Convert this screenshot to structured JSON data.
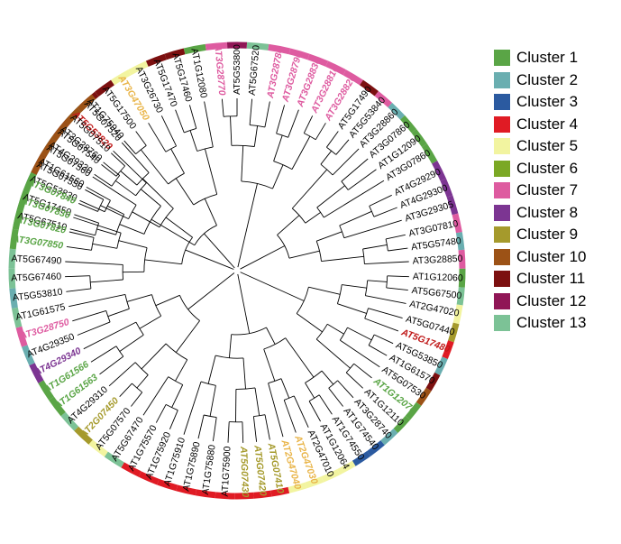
{
  "clusters": [
    {
      "label": "Cluster 1",
      "color": "#5aa546"
    },
    {
      "label": "Cluster 2",
      "color": "#6aaeb0"
    },
    {
      "label": "Cluster 3",
      "color": "#2b5aa0"
    },
    {
      "label": "Cluster 4",
      "color": "#e01b24"
    },
    {
      "label": "Cluster 5",
      "color": "#f2f4a0"
    },
    {
      "label": "Cluster 6",
      "color": "#7ba824"
    },
    {
      "label": "Cluster 7",
      "color": "#de5ba0"
    },
    {
      "label": "Cluster 8",
      "color": "#7c3592"
    },
    {
      "label": "Cluster 9",
      "color": "#a59a2c"
    },
    {
      "label": "Cluster 10",
      "color": "#9c5216"
    },
    {
      "label": "Cluster 11",
      "color": "#7c1010"
    },
    {
      "label": "Cluster 12",
      "color": "#901656"
    },
    {
      "label": "Cluster 13",
      "color": "#7cc296"
    }
  ],
  "leaves": [
    {
      "label": "AT5G67510",
      "color": "#000000",
      "angle": -166,
      "ring": "#7cc296"
    },
    {
      "label": "AT5G17450",
      "color": "#000000",
      "angle": -161,
      "ring": "#7cc296"
    },
    {
      "label": "AT5G53830",
      "color": "#000000",
      "angle": -156,
      "ring": "#6aaeb0"
    },
    {
      "label": "AT1G61560",
      "color": "#000000",
      "angle": -151,
      "ring": "#7c1010"
    },
    {
      "label": "AT4G29330",
      "color": "#000000",
      "angle": -146,
      "ring": "#6aaeb0"
    },
    {
      "label": "AT3G28760",
      "color": "#000000",
      "angle": -141,
      "ring": "#901656"
    },
    {
      "label": "AT5G53820",
      "color": "#c01a1a",
      "angle": -136,
      "ring": "#7cc296"
    },
    {
      "label": "AT1G75940",
      "color": "#000000",
      "angle": -131,
      "ring": "#7c1010"
    },
    {
      "label": "AT5G17500",
      "color": "#000000",
      "angle": -126,
      "ring": "#7c1010"
    },
    {
      "label": "AT3G47050",
      "color": "#e9b54a",
      "angle": -121,
      "ring": "#f2f4a0"
    },
    {
      "label": "AT3G26730",
      "color": "#000000",
      "angle": -116,
      "ring": "#f2f4a0"
    },
    {
      "label": "AT5G17470",
      "color": "#000000",
      "angle": -111,
      "ring": "#7c1010"
    },
    {
      "label": "AT5G17460",
      "color": "#000000",
      "angle": -106,
      "ring": "#7c1010"
    },
    {
      "label": "AT1G12080",
      "color": "#000000",
      "angle": -101,
      "ring": "#5aa546"
    },
    {
      "label": "AT3G28770",
      "color": "#de5ba0",
      "angle": -95,
      "ring": "#de5ba0"
    },
    {
      "label": "AT5G53800",
      "color": "#000000",
      "angle": -90,
      "ring": "#901656"
    },
    {
      "label": "AT5G67520",
      "color": "#000000",
      "angle": -85,
      "ring": "#7cc296"
    },
    {
      "label": "AT3G28780",
      "color": "#de5ba0",
      "angle": -79,
      "ring": "#de5ba0"
    },
    {
      "label": "AT3G28790",
      "color": "#de5ba0",
      "angle": -74,
      "ring": "#de5ba0"
    },
    {
      "label": "AT3G28830",
      "color": "#de5ba0",
      "angle": -69,
      "ring": "#de5ba0"
    },
    {
      "label": "AT3G28810",
      "color": "#de5ba0",
      "angle": -64,
      "ring": "#de5ba0"
    },
    {
      "label": "AT3G28820",
      "color": "#de5ba0",
      "angle": -59,
      "ring": "#de5ba0"
    },
    {
      "label": "AT5G17490",
      "color": "#000000",
      "angle": -54,
      "ring": "#7c1010"
    },
    {
      "label": "AT5G53840",
      "color": "#000000",
      "angle": -49.5,
      "ring": "#de5ba0"
    },
    {
      "label": "AT3G28860",
      "color": "#000000",
      "angle": -45,
      "ring": "#6aaeb0"
    },
    {
      "label": "AT3G07860",
      "color": "#000000",
      "angle": -40.5,
      "ring": "#5aa546"
    },
    {
      "label": "AT1G12090",
      "color": "#000000",
      "angle": -36,
      "ring": "#5aa546"
    },
    {
      "label": "AT3G07860",
      "color": "#000000",
      "angle": -31.5,
      "ring": "#5aa546"
    },
    {
      "label": "AT4G29290",
      "color": "#000000",
      "angle": -26,
      "ring": "#7c3592"
    },
    {
      "label": "AT4G29300",
      "color": "#000000",
      "angle": -21.5,
      "ring": "#7c3592"
    },
    {
      "label": "AT3G29305",
      "color": "#000000",
      "angle": -17,
      "ring": "#7c3592"
    },
    {
      "label": "AT3G07810",
      "color": "#000000",
      "angle": -12,
      "ring": "#de5ba0"
    },
    {
      "label": "AT5G57480",
      "color": "#000000",
      "angle": -7.5,
      "ring": "#6aaeb0"
    },
    {
      "label": "AT3G28850",
      "color": "#000000",
      "angle": -3,
      "ring": "#de5ba0"
    },
    {
      "label": "AT1G12060",
      "color": "#000000",
      "angle": 2,
      "ring": "#5aa546"
    },
    {
      "label": "AT5G67500",
      "color": "#000000",
      "angle": 6.5,
      "ring": "#7cc296"
    },
    {
      "label": "AT2G47020",
      "color": "#000000",
      "angle": 11,
      "ring": "#f2f4a0"
    },
    {
      "label": "AT5G07440",
      "color": "#000000",
      "angle": 16,
      "ring": "#a59a2c"
    },
    {
      "label": "AT5G17480",
      "color": "#c01a1a",
      "angle": 20.5,
      "ring": "#e01b24"
    },
    {
      "label": "AT5G53850",
      "color": "#000000",
      "angle": 25,
      "ring": "#6aaeb0"
    },
    {
      "label": "AT1G61570",
      "color": "#000000",
      "angle": 29.5,
      "ring": "#7c1010"
    },
    {
      "label": "AT5G07530",
      "color": "#000000",
      "angle": 34,
      "ring": "#9c5216"
    },
    {
      "label": "AT1G12070",
      "color": "#5aa546",
      "angle": 38.5,
      "ring": "#5aa546"
    },
    {
      "label": "AT1G12110",
      "color": "#000000",
      "angle": 43,
      "ring": "#5aa546"
    },
    {
      "label": "AT3G28740",
      "color": "#000000",
      "angle": 47.5,
      "ring": "#6aaeb0"
    },
    {
      "label": "AT1G74540",
      "color": "#000000",
      "angle": 52,
      "ring": "#2b5aa0"
    },
    {
      "label": "AT1G74550",
      "color": "#000000",
      "angle": 56.5,
      "ring": "#2b5aa0"
    },
    {
      "label": "AT1G12064",
      "color": "#000000",
      "angle": 61,
      "ring": "#f2f4a0"
    },
    {
      "label": "AT2G47010",
      "color": "#000000",
      "angle": 65.5,
      "ring": "#f2f4a0"
    },
    {
      "label": "AT2G47030",
      "color": "#e9b54a",
      "angle": 70,
      "ring": "#f2f4a0"
    },
    {
      "label": "AT2G47040",
      "color": "#e9b54a",
      "angle": 74.5,
      "ring": "#f2f4a0"
    },
    {
      "label": "AT5G07410",
      "color": "#a59a2c",
      "angle": 79,
      "ring": "#e01b24"
    },
    {
      "label": "AT5G07420",
      "color": "#a59a2c",
      "angle": 83.5,
      "ring": "#e01b24"
    },
    {
      "label": "AT5G07430",
      "color": "#a59a2c",
      "angle": 88,
      "ring": "#e01b24"
    },
    {
      "label": "AT1G75900",
      "color": "#000000",
      "angle": 93,
      "ring": "#e01b24"
    },
    {
      "label": "AT1G75880",
      "color": "#000000",
      "angle": 98,
      "ring": "#e01b24"
    },
    {
      "label": "AT1G75890",
      "color": "#000000",
      "angle": 103,
      "ring": "#e01b24"
    },
    {
      "label": "AT1G75910",
      "color": "#000000",
      "angle": 108,
      "ring": "#e01b24"
    },
    {
      "label": "AT1G75920",
      "color": "#000000",
      "angle": 113,
      "ring": "#e01b24"
    },
    {
      "label": "AT1G75570",
      "color": "#000000",
      "angle": 118,
      "ring": "#e01b24"
    },
    {
      "label": "AT5G67470",
      "color": "#000000",
      "angle": 123,
      "ring": "#7cc296"
    },
    {
      "label": "AT5G07570",
      "color": "#000000",
      "angle": 128,
      "ring": "#f2f4a0"
    },
    {
      "label": "AT2G07450",
      "color": "#a59a2c",
      "angle": 133,
      "ring": "#a59a2c"
    },
    {
      "label": "AT4G29310",
      "color": "#000000",
      "angle": 138,
      "ring": "#7cc296"
    },
    {
      "label": "AT1G61563",
      "color": "#5aa546",
      "angle": 143,
      "ring": "#5aa546"
    },
    {
      "label": "AT1G61566",
      "color": "#5aa546",
      "angle": 148,
      "ring": "#5aa546"
    },
    {
      "label": "AT4G29340",
      "color": "#7c3592",
      "angle": 153,
      "ring": "#7c3592"
    },
    {
      "label": "AT4G29350",
      "color": "#000000",
      "angle": 158,
      "ring": "#6aaeb0"
    },
    {
      "label": "AT3G28750",
      "color": "#de5ba0",
      "angle": 163,
      "ring": "#de5ba0"
    },
    {
      "label": "AT1G61575",
      "color": "#000000",
      "angle": 168,
      "ring": "#7cc296"
    },
    {
      "label": "AT5G53810",
      "color": "#000000",
      "angle": 173,
      "ring": "#6aaeb0"
    },
    {
      "label": "AT5G67460",
      "color": "#000000",
      "angle": 178,
      "ring": "#7cc296"
    },
    {
      "label": "AT5G67490",
      "color": "#000000",
      "angle": 183,
      "ring": "#7cc296"
    },
    {
      "label": "AT3G07850",
      "color": "#5aa546",
      "angle": 188,
      "ring": "#5aa546"
    },
    {
      "label": "AT3G07820",
      "color": "#5aa546",
      "angle": 193,
      "ring": "#5aa546"
    },
    {
      "label": "AT3G07830",
      "color": "#5aa546",
      "angle": 198,
      "ring": "#5aa546"
    },
    {
      "label": "AT3G07840",
      "color": "#5aa546",
      "angle": 203,
      "ring": "#5aa546"
    },
    {
      "label": "AT5G07550",
      "color": "#000000",
      "angle": 208,
      "ring": "#9c5216"
    },
    {
      "label": "AT5G07560",
      "color": "#000000",
      "angle": 213,
      "ring": "#9c5216"
    },
    {
      "label": "AT5G07540",
      "color": "#000000",
      "angle": 218,
      "ring": "#9c5216"
    },
    {
      "label": "AT5G07510",
      "color": "#000000",
      "angle": 223,
      "ring": "#9c5216"
    },
    {
      "label": "AT5G07520",
      "color": "#000000",
      "angle": 228,
      "ring": "#9c5216"
    }
  ]
}
